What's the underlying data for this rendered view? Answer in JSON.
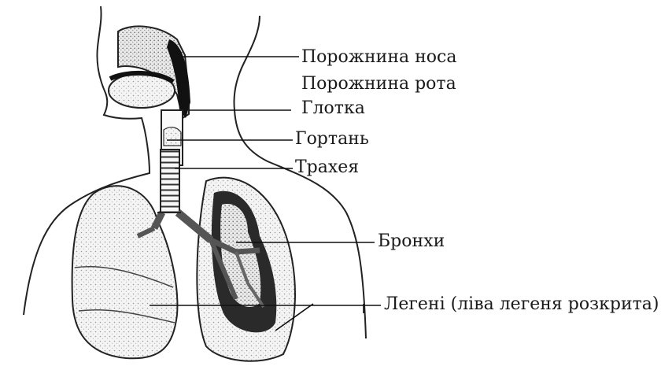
{
  "labels": {
    "nasal_cavity": "Порожнина носа",
    "oral_cavity": "Порожнина рота",
    "pharynx": "Глотка",
    "larynx": "Гортань",
    "trachea": "Трахея",
    "bronchi": "Бронхи",
    "lungs": "Легені (ліва легеня розкрита)"
  }
}
